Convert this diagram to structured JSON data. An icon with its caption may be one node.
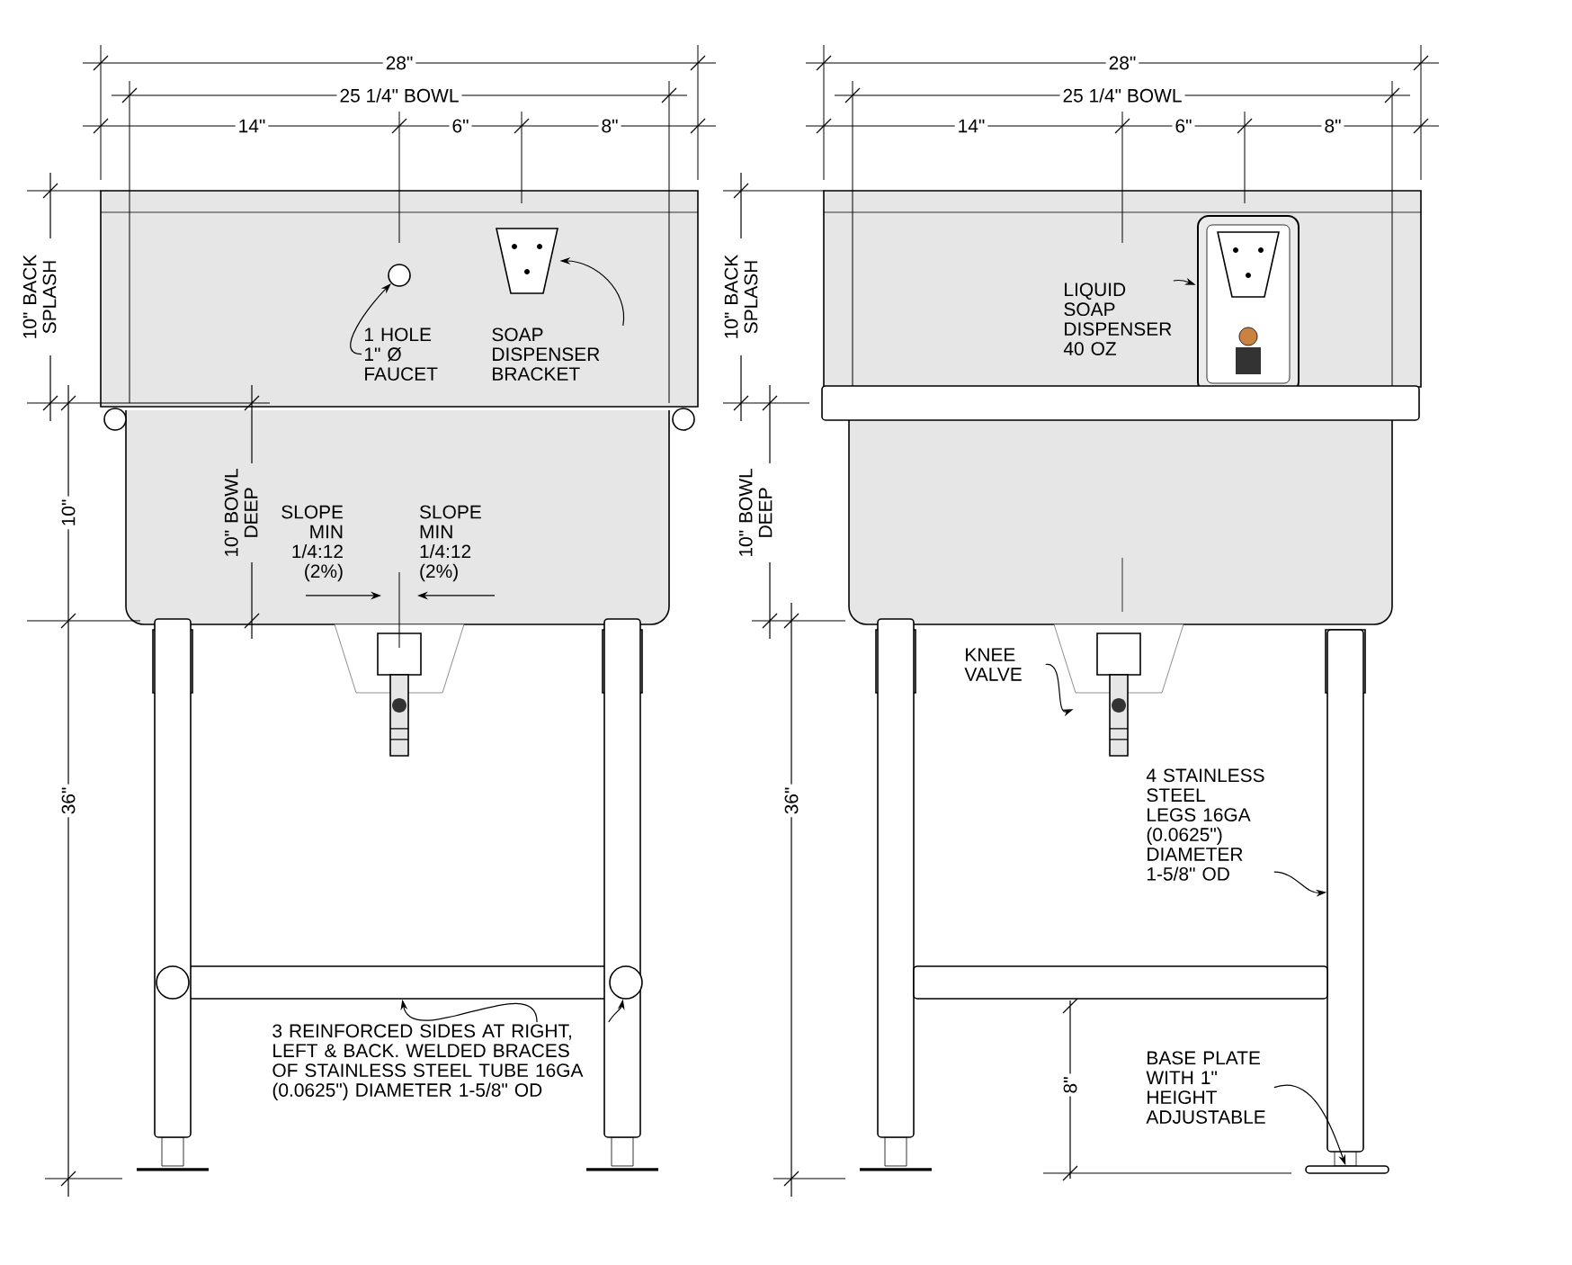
{
  "diagram": {
    "nodes": [
      {
        "text": [
          "1 HOLE 1\" Ø FAUCET"
        ]
      },
      {
        "text": [],
        "shape": "circle"
      },
      {
        "text": [
          "SOAP DISPENSER BRACKET"
        ]
      },
      {
        "text": [],
        "shape": "picture"
      },
      {
        "text": [
          "3 REINFORCED SIDES AT RIGHT, LEFT & BACK. WELDED BRACES OF STAINLESS STEEL TUBE 16GA (0.0625\") DIAMETER 1-5/8\" OD"
        ]
      },
      {
        "text": [],
        "shape": "bar"
      },
      {
        "text": [],
        "shape": "circle",
        "in": 18
      },
      {
        "text": [
          "LIQUID SOAP DISPENSER 40 OZ"
        ]
      },
      {
        "text": [],
        "shape": "picture"
      },
      {
        "text": [
          "KNEE VALVE"
        ]
      },
      {
        "text": [],
        "shape": "picture"
      },
      {
        "text": [
          "4 STAINLESS STEEL LEGS 16GA (0.0625\") DIAMETER 1-5/8\" OD"
        ]
      },
      {
        "text": [],
        "shape": "bar"
      },
      {
        "text": [
          "BASE PLATE WITH 1\" HEIGHT ADJUSTABLE"
        ]
      },
      {
        "text": [],
        "shape": "bar"
      },
      {
        "text": [],
        "shape": "circle"
      },
      {
        "text": [],
        "shape": "circle"
      },
      {
        "text": [],
        "shape": "bar"
      },
      {
        "text": [],
        "shape": "bar"
      },
      {
        "text": [],
        "shape": "circle",
        "in": 17
      },
      {
        "text": [],
        "shape": "bar"
      },
      {
        "text": [],
        "shape": "bar"
      },
      {
        "text": [],
        "shape": "bar"
      }
    ],
    "edges": [
      {
        "from": 0,
        "to": 1,
        "arrow": "to"
      },
      {
        "from": 2,
        "to": 3,
        "arrow": "to"
      },
      {
        "from": 4,
        "to": 5,
        "arrow": "to"
      },
      {
        "from": 4,
        "to": 6,
        "arrow": "to"
      },
      {
        "from": 7,
        "to": 8,
        "arrow": "to"
      },
      {
        "from": 9,
        "to": 10,
        "arrow": "to"
      },
      {
        "from": 11,
        "to": 12,
        "arrow": "to"
      },
      {
        "from": 13,
        "to": 14,
        "arrow": "to"
      }
    ],
    "labels": [
      "28\"",
      "25 1/4\" BOWL",
      "14\"",
      "6\"",
      "8\"",
      "10\" BACK SPLASH",
      "10\"",
      "10\" BOWL DEEP",
      "36\"",
      "SLOPE MIN 1/4:12 (2%)",
      "SLOPE MIN 1/4:12 (2%)",
      "28\"",
      "25 1/4\" BOWL",
      "14\"",
      "6\"",
      "8\"",
      "10\" BACK SPLASH",
      "10\" BOWL DEEP",
      "36\"",
      "8\""
    ]
  }
}
